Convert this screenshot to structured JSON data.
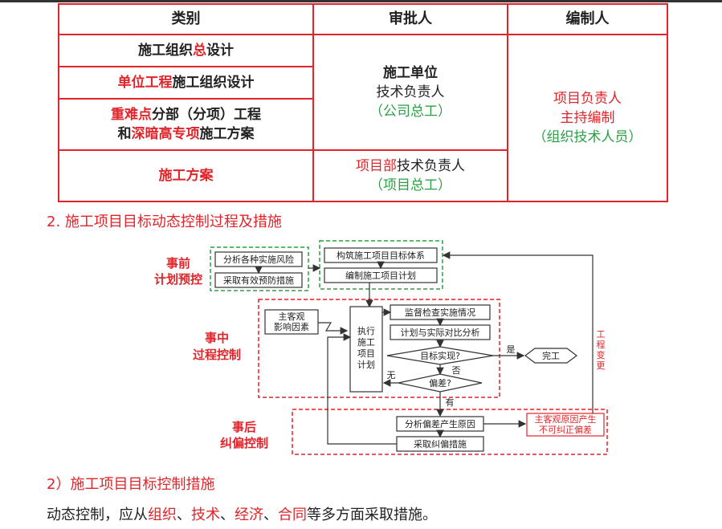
{
  "table": {
    "headers": [
      "类别",
      "审批人",
      "编制人"
    ],
    "rows": {
      "r1": [
        "施工组织",
        "总",
        "设计"
      ],
      "r2": [
        "单位工程",
        "施工组织设计"
      ],
      "r3a": [
        "重难点",
        "分部（分项）工程"
      ],
      "r3b": [
        "和",
        "深暗高专项",
        "施工方案"
      ],
      "r4": "施工方案"
    },
    "approver1": [
      "施工单位",
      "技术负责人",
      "（公司总工）"
    ],
    "approver2": [
      "项目部",
      "技术负责人",
      "（项目总工）"
    ],
    "compiler": [
      "项目负责人",
      "主持编制",
      "（组织技术人员）"
    ]
  },
  "heading2": "2.  施工项目目标动态控制过程及措施",
  "flow": {
    "stage_pre": [
      "事前",
      "计划预控"
    ],
    "stage_mid": [
      "事中",
      "过程控制"
    ],
    "stage_post": [
      "事后",
      "纠偏控制"
    ],
    "b_analyze_risk": "分析各种实施风险",
    "b_prevent": "采取有效预防措施",
    "b_build_target": "构筑施工项目目标体系",
    "b_make_plan": "编制施工项目计划",
    "b_subjective": [
      "主客观",
      "影响因素"
    ],
    "b_execute": [
      "执行",
      "施工",
      "项目",
      "计划"
    ],
    "b_monitor": "监督检查实施情况",
    "b_compare": "计划与实际对比分析",
    "d_target": "目标实现?",
    "d_deviation": "偏差?",
    "lbl_yes": "是",
    "lbl_no_1": "否",
    "lbl_no_2": "无",
    "lbl_have": "有",
    "b_done": "完工",
    "b_analyze_cause": "分析偏差产生原因",
    "b_correct": "采取纠偏措施",
    "b_uncorrectable": [
      "主客观原因产生",
      "不可纠正偏差"
    ],
    "lbl_change": [
      "工",
      "程",
      "变",
      "更"
    ]
  },
  "heading3": "2）施工项目目标控制措施",
  "paragraph": {
    "prefix": "动态控制，应从",
    "k1": "组织",
    "sep1": "、",
    "k2": "技术",
    "sep2": "、",
    "k3": "经济",
    "sep3": "、",
    "k4": "合同",
    "suffix": "等多方面采取措施。"
  }
}
